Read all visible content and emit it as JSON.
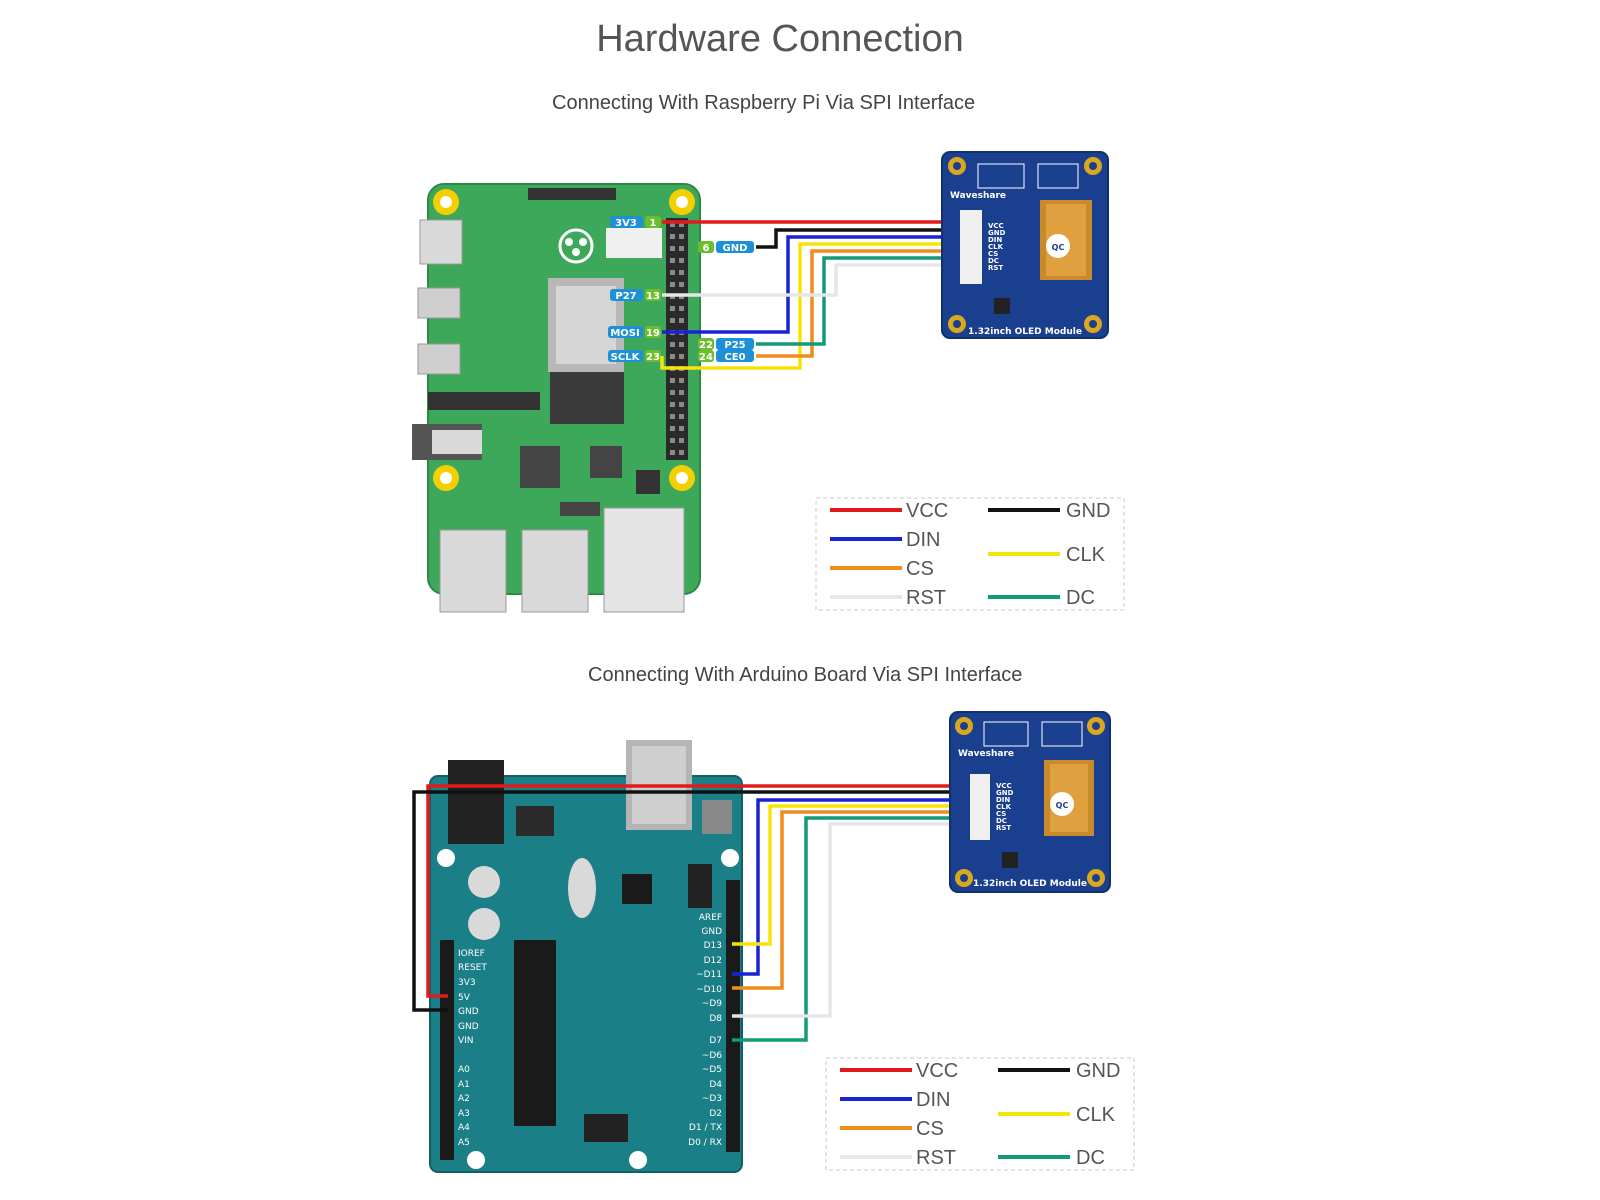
{
  "title": "Hardware Connection",
  "rpi_section": {
    "subtitle": "Connecting With Raspberry Pi Via SPI Interface"
  },
  "arduino_section": {
    "subtitle": "Connecting With Arduino Board Via SPI Interface"
  },
  "rpi_pins": [
    {
      "name": "3V3",
      "num": "1"
    },
    {
      "name": "GND",
      "num": "6"
    },
    {
      "name": "P27",
      "num": "13"
    },
    {
      "name": "MOSI",
      "num": "19"
    },
    {
      "name": "P25",
      "num": "22"
    },
    {
      "name": "SCLK",
      "num": "23"
    },
    {
      "name": "CE0",
      "num": "24"
    }
  ],
  "arduino_left_labels": [
    "IOREF",
    "RESET",
    "3V3",
    "5V",
    "GND",
    "GND",
    "VIN",
    "A0",
    "A1",
    "A2",
    "A3",
    "A4",
    "A5"
  ],
  "arduino_right_labels": [
    "AREF",
    "GND",
    "D13",
    "D12",
    "~D11",
    "~D10",
    "~D9",
    "D8",
    "D7",
    "~D6",
    "~D5",
    "D4",
    "~D3",
    "D2",
    "D1 / TX",
    "D0 / RX"
  ],
  "oled": {
    "brand": "Waveshare",
    "model": "1.32inch OLED Module",
    "pins": [
      "VCC",
      "GND",
      "DIN",
      "CLK",
      "CS",
      "DC",
      "RST"
    ],
    "qc": "QC"
  },
  "legend": [
    {
      "label": "VCC",
      "color": "#e01b1b"
    },
    {
      "label": "GND",
      "color": "#111111"
    },
    {
      "label": "DIN",
      "color": "#1a22d6"
    },
    {
      "label": "CLK",
      "color": "#f5e40a"
    },
    {
      "label": "CS",
      "color": "#f28c1a"
    },
    {
      "label": "RST",
      "color": "#e6e6e6"
    },
    {
      "label": "DC",
      "color": "#139a78"
    }
  ]
}
